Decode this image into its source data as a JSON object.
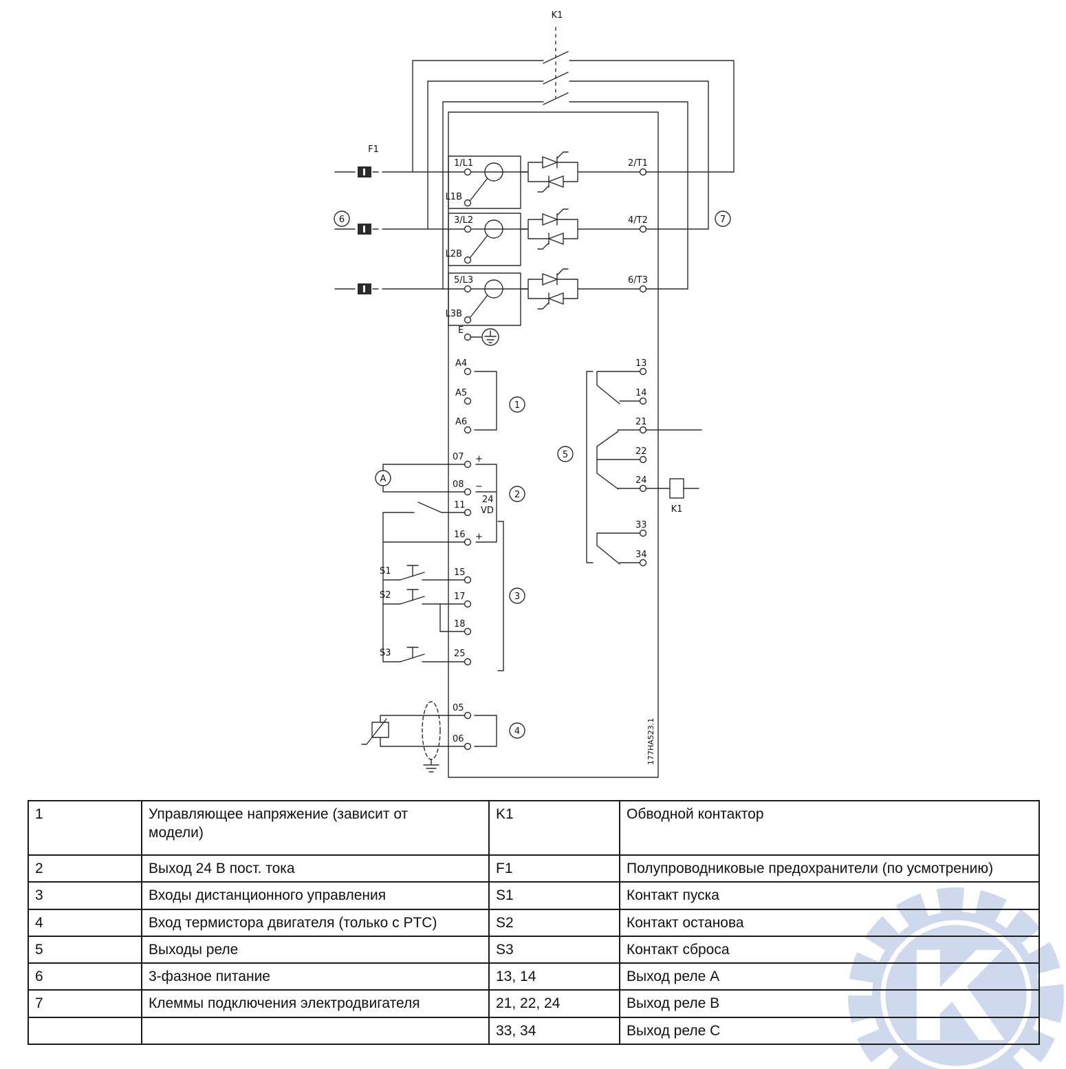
{
  "diagram": {
    "bypass_contactor_label": "K1",
    "fuse_label": "F1",
    "phases": [
      {
        "input": "1/L1",
        "bypass": "L1B",
        "output": "2/T1"
      },
      {
        "input": "3/L2",
        "bypass": "L2B",
        "output": "4/T2"
      },
      {
        "input": "5/L3",
        "bypass": "L3B",
        "output": "6/T3"
      }
    ],
    "earth_terminal": "E",
    "control_voltage_terminals": [
      "A4",
      "A5",
      "A6"
    ],
    "ammeter_label": "A",
    "plus_sign": "+",
    "minus_sign": "−",
    "terminals": {
      "t07": "07",
      "t08": "08",
      "t11": "11",
      "t16": "16",
      "t15": "15",
      "t17": "17",
      "t18": "18",
      "t25": "25",
      "t05": "05",
      "t06": "06"
    },
    "dc_output_label": [
      "24",
      "VD"
    ],
    "switches": [
      "S1",
      "S2",
      "S3"
    ],
    "relay_terminals": {
      "t13": "13",
      "t14": "14",
      "t21": "21",
      "t22": "22",
      "t24": "24",
      "t33": "33",
      "t34": "34"
    },
    "bypass_coil_label": "K1",
    "callouts": {
      "c1": "1",
      "c2": "2",
      "c3": "3",
      "c4": "4",
      "c5": "5",
      "c6": "6",
      "c7": "7"
    },
    "doc_ref": "177HA523.1"
  },
  "legend": {
    "rows": [
      {
        "num": "1",
        "desc": "Управляющее напряжение (зависит от\nмодели)",
        "code": "K1",
        "label": "Обводной контактор"
      },
      {
        "num": "2",
        "desc": "Выход 24 В пост. тока",
        "code": "F1",
        "label": "Полупроводниковые предохранители (по усмотрению)"
      },
      {
        "num": "3",
        "desc": "Входы дистанционного управления",
        "code": "S1",
        "label": "Контакт пуска"
      },
      {
        "num": "4",
        "desc": "Вход термистора двигателя (только с PTC)",
        "code": "S2",
        "label": "Контакт останова"
      },
      {
        "num": "5",
        "desc": "Выходы реле",
        "code": "S3",
        "label": "Контакт сброса"
      },
      {
        "num": "6",
        "desc": "3-фазное питание",
        "code": "13, 14",
        "label": "Выход реле A"
      },
      {
        "num": "7",
        "desc": "Клеммы подключения электродвигателя",
        "code": "21, 22, 24",
        "label": "Выход реле B"
      },
      {
        "num": "",
        "desc": "",
        "code": "33, 34",
        "label": "Выход реле C"
      }
    ]
  },
  "watermark": {
    "letter": "К"
  }
}
